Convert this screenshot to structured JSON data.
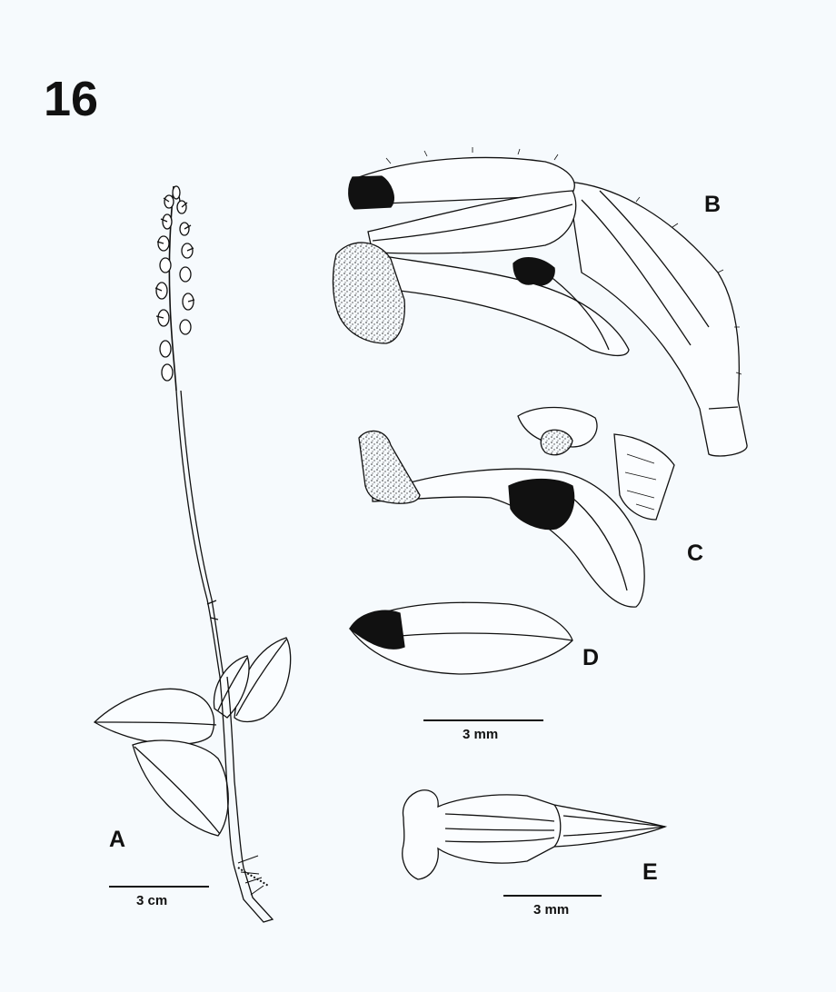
{
  "plate": {
    "number": "16"
  },
  "panels": {
    "a": "A",
    "b": "B",
    "c": "C",
    "d": "D",
    "e": "E"
  },
  "scale_bars": {
    "habit": "3 cm",
    "flower_parts": "3 mm",
    "lip": "3 mm"
  },
  "colors": {
    "ink": "#111111",
    "paper": "#f6fafd"
  }
}
